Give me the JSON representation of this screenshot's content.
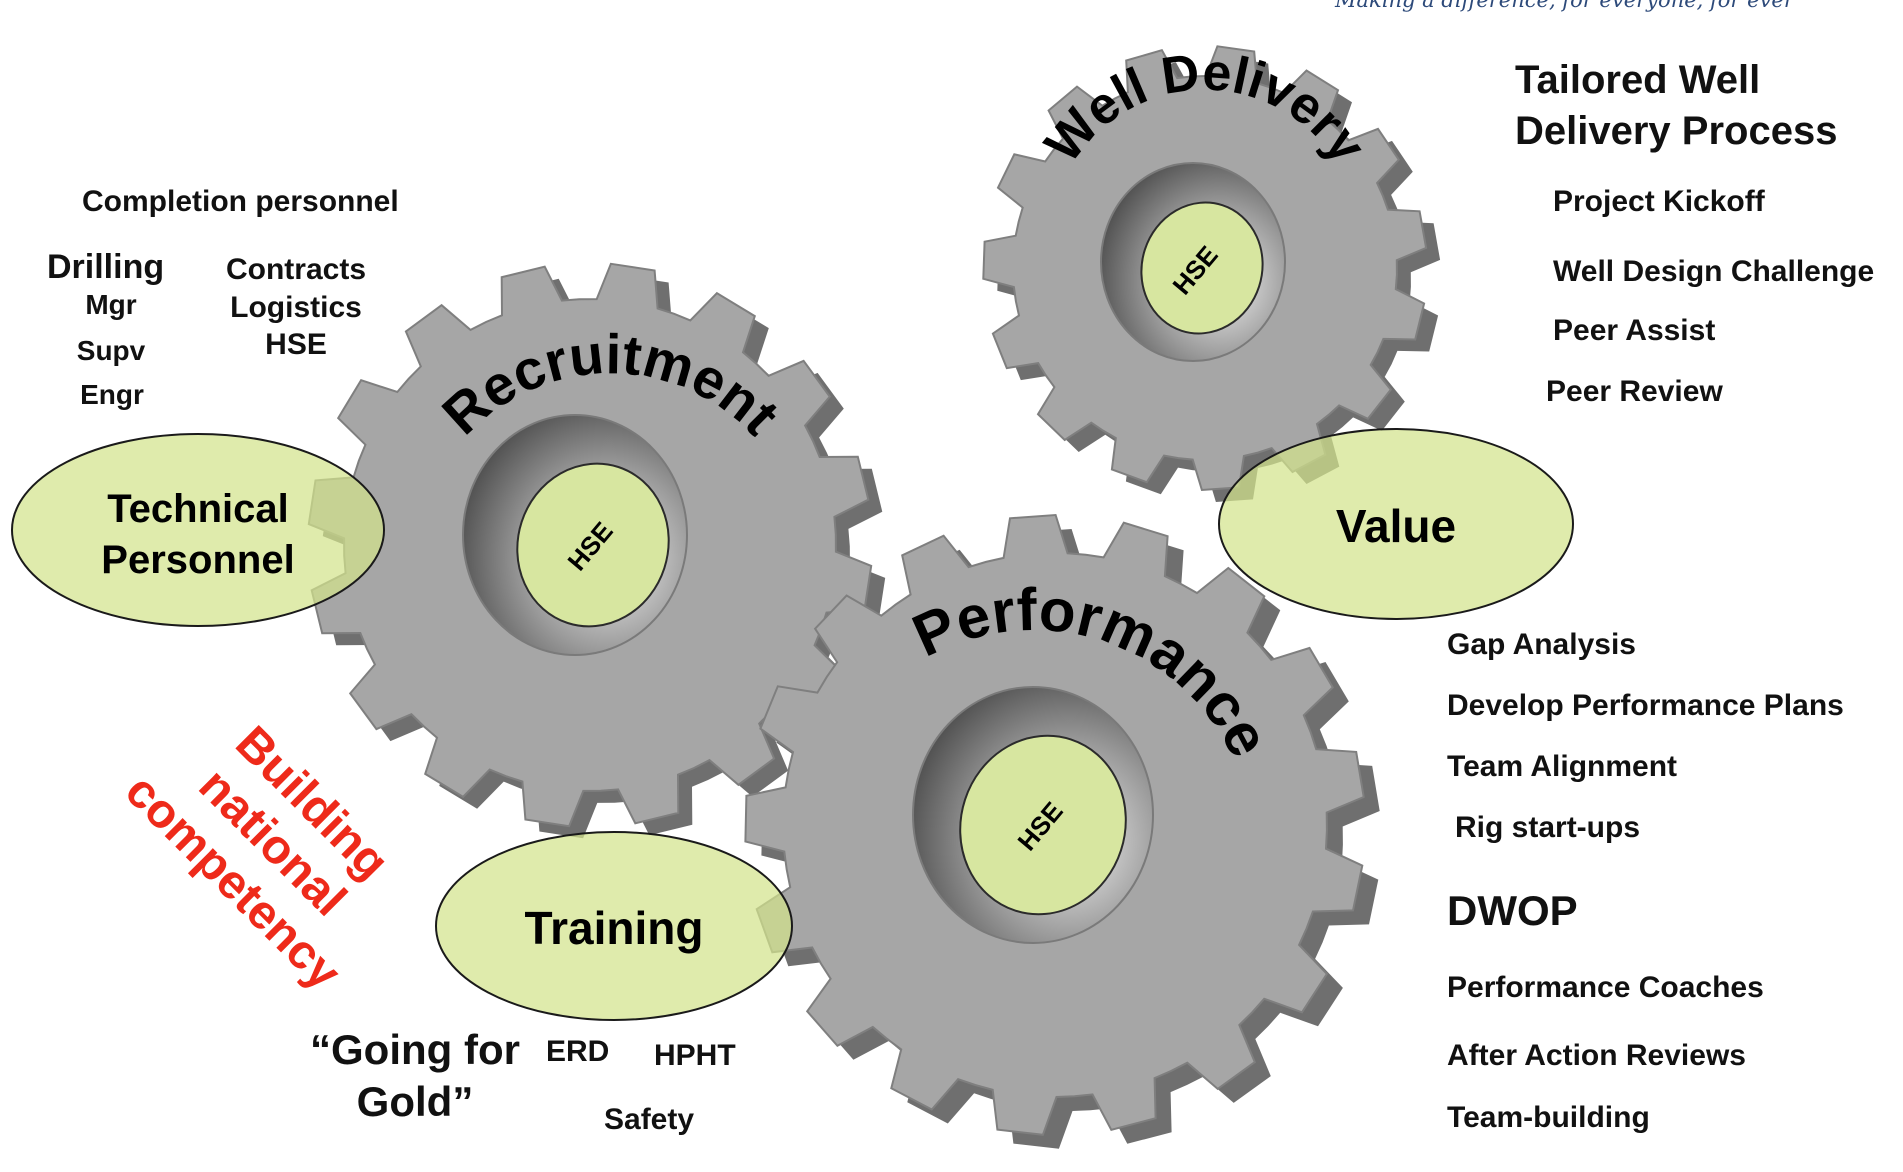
{
  "tagline": "Making a difference, for everyone, for ever",
  "gears": {
    "recruitment": {
      "title": "Recruitment",
      "hub": "HSE"
    },
    "well_delivery": {
      "title": "Well Delivery",
      "hub": "HSE"
    },
    "performance": {
      "title": "Performance",
      "hub": "HSE"
    }
  },
  "ovals": {
    "technical": {
      "line1": "Technical",
      "line2": "Personnel"
    },
    "value": {
      "label": "Value"
    },
    "training": {
      "label": "Training"
    }
  },
  "top_left": {
    "completion": "Completion personnel",
    "drilling": "Drilling",
    "mgr": "Mgr",
    "supv": "Supv",
    "engr": "Engr",
    "contracts": "Contracts",
    "logistics": "Logistics",
    "hse": "HSE"
  },
  "building": {
    "line1": "Building",
    "line2": "national",
    "line3": "competency"
  },
  "training_notes": {
    "going1": "“Going for",
    "going2": "Gold”",
    "erd": "ERD",
    "hpht": "HPHT",
    "safety": "Safety"
  },
  "right_top": {
    "heading1": "Tailored Well",
    "heading2": "Delivery Process",
    "items": [
      "Project Kickoff",
      "Well Design Challenge",
      "Peer Assist",
      "Peer Review"
    ]
  },
  "right_bottom": {
    "items1": [
      "Gap Analysis",
      "Develop Performance Plans",
      "Team Alignment",
      "Rig start-ups"
    ],
    "dwop": "DWOP",
    "items2": [
      "Performance Coaches",
      "After Action Reviews",
      "Team-building"
    ]
  },
  "colors": {
    "gear": "#a6a6a6",
    "hub": "#d7e6a0",
    "oval": "#d2e38c",
    "accent_red": "#ee2a1a",
    "tagline": "#2d4a7a"
  }
}
